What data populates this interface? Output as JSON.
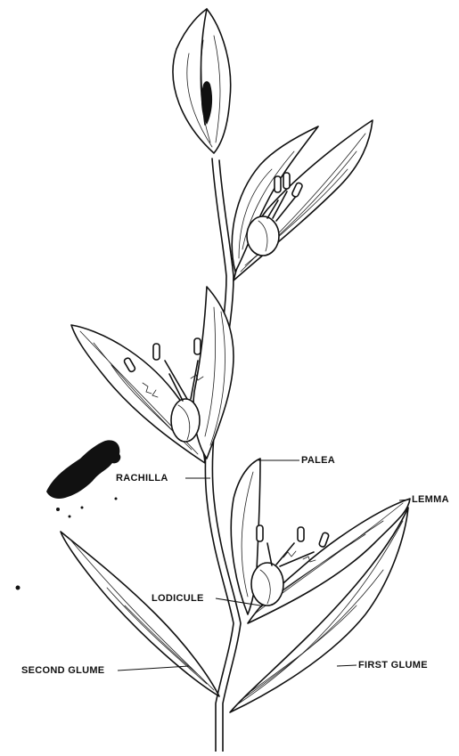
{
  "labels": {
    "palea": "PALEA",
    "rachilla": "RACHILLA",
    "lemma": "LEMMA",
    "lodicule": "LODICULE",
    "second_glume": "SECOND GLUME",
    "first_glume": "FIRST GLUME"
  }
}
